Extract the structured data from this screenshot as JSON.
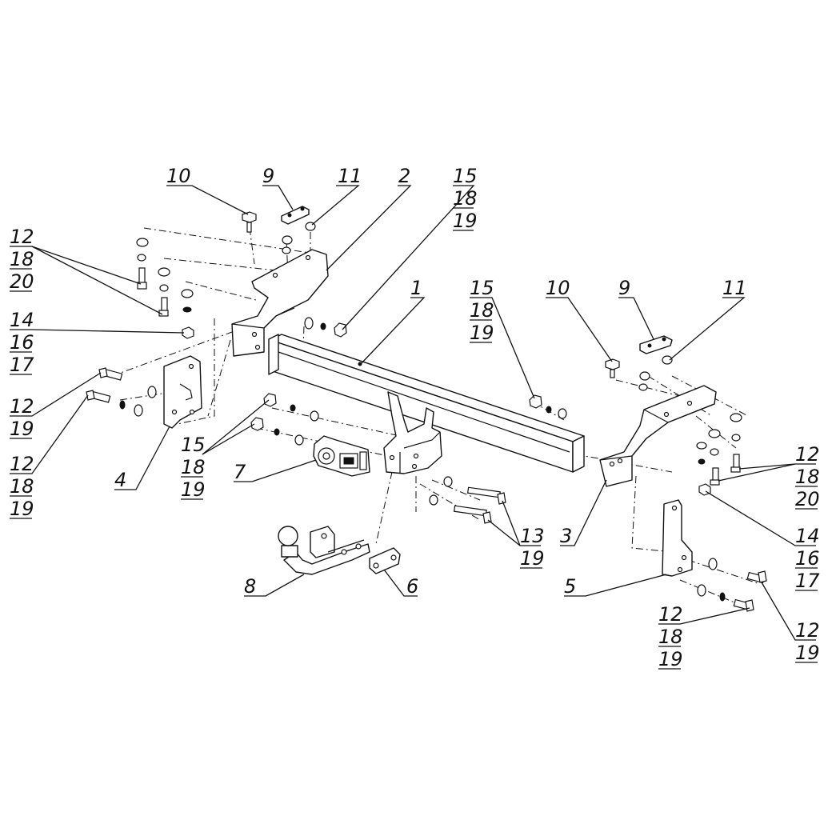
{
  "diagram": {
    "labels": {
      "n10a": "10",
      "n9a": "9",
      "n11a": "11",
      "n2": "2",
      "n15a": "15",
      "n18a": "18",
      "n19a": "19",
      "n12a": "12",
      "n18b": "18",
      "n20a": "20",
      "n14a": "14",
      "n16a": "16",
      "n17a": "17",
      "n12b": "12",
      "n19b": "19",
      "n12c": "12",
      "n18c": "18",
      "n19c": "19",
      "n1": "1",
      "n15b": "15",
      "n18d": "18",
      "n19d": "19",
      "n10b": "10",
      "n9b": "9",
      "n11b": "11",
      "n15c": "15",
      "n18e": "18",
      "n19e": "19",
      "n7": "7",
      "n4": "4",
      "n12d": "12",
      "n18f": "18",
      "n20b": "20",
      "n14b": "14",
      "n16b": "16",
      "n17b": "17",
      "n13": "13",
      "n19f": "19",
      "n3": "3",
      "n8": "8",
      "n6": "6",
      "n5": "5",
      "n12e": "12",
      "n18g": "18",
      "n19g": "19",
      "n12f": "12",
      "n19h": "19"
    }
  }
}
